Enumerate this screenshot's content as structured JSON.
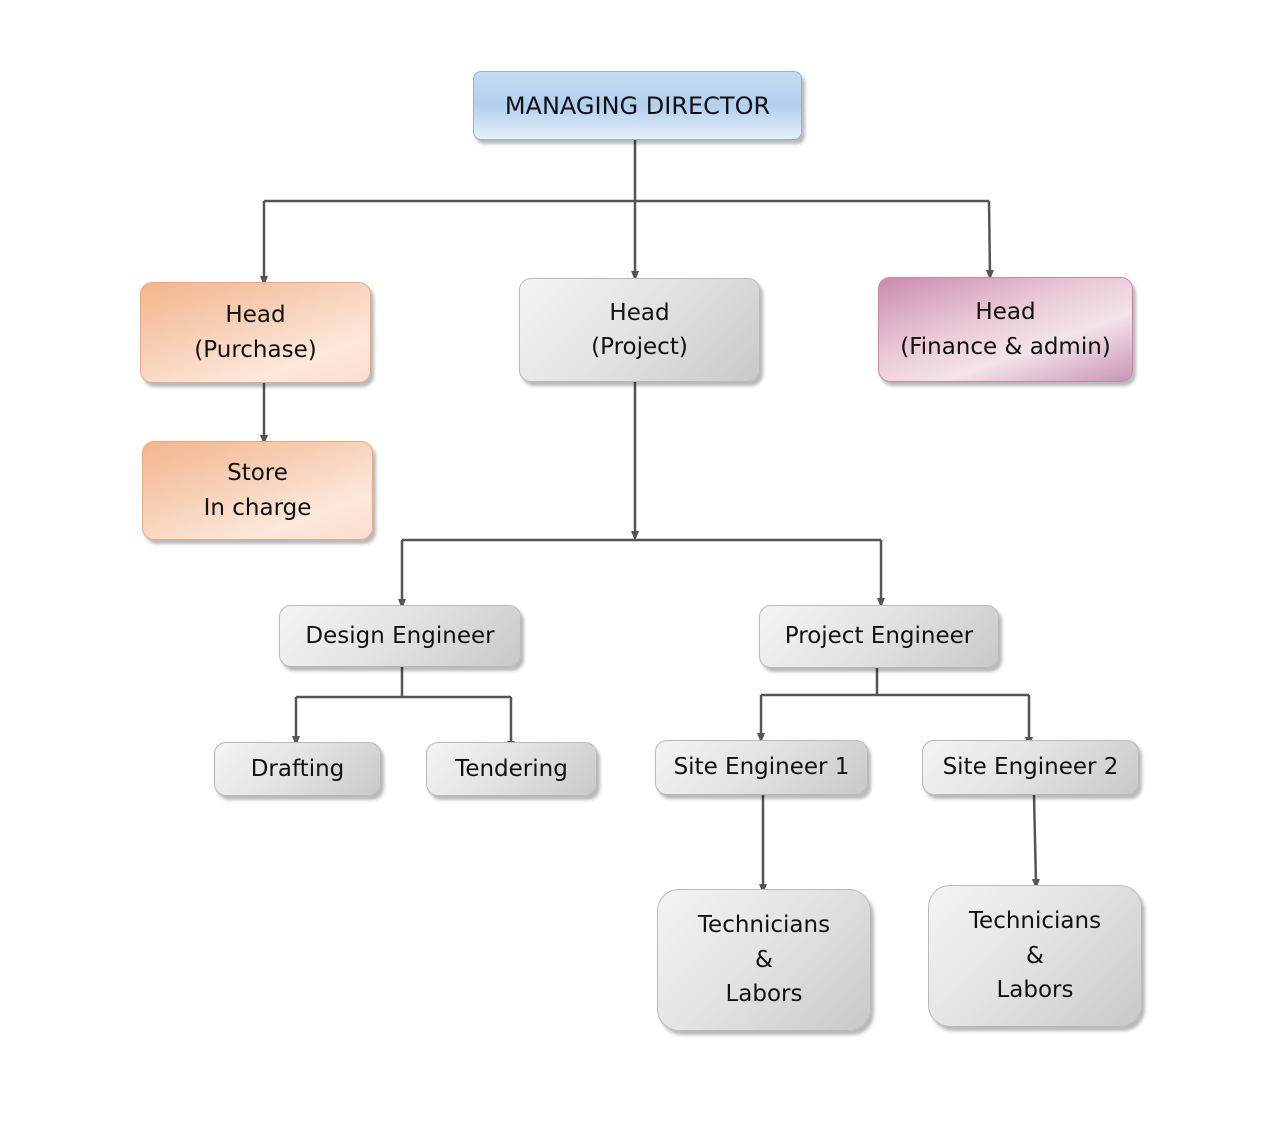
{
  "nodes": {
    "md": "MANAGING DIRECTOR",
    "head_purchase": "Head\n(Purchase)",
    "head_project": "Head\n(Project)",
    "head_finance": "Head\n(Finance & admin)",
    "store": "Store\nIn charge",
    "design_engineer": "Design Engineer",
    "project_engineer": "Project Engineer",
    "drafting": "Drafting",
    "tendering": "Tendering",
    "site_engineer_1": "Site Engineer 1",
    "site_engineer_2": "Site Engineer 2",
    "technicians_1": "Technicians\n&\nLabors",
    "technicians_2": "Technicians\n&\nLabors"
  },
  "colors": {
    "connector": "#555555",
    "md_fill": "#b7d3ef",
    "purchase_fill": "#f6c6a6",
    "finance_fill": "#e3bcd0",
    "gray_fill": "#dcdcdc"
  }
}
